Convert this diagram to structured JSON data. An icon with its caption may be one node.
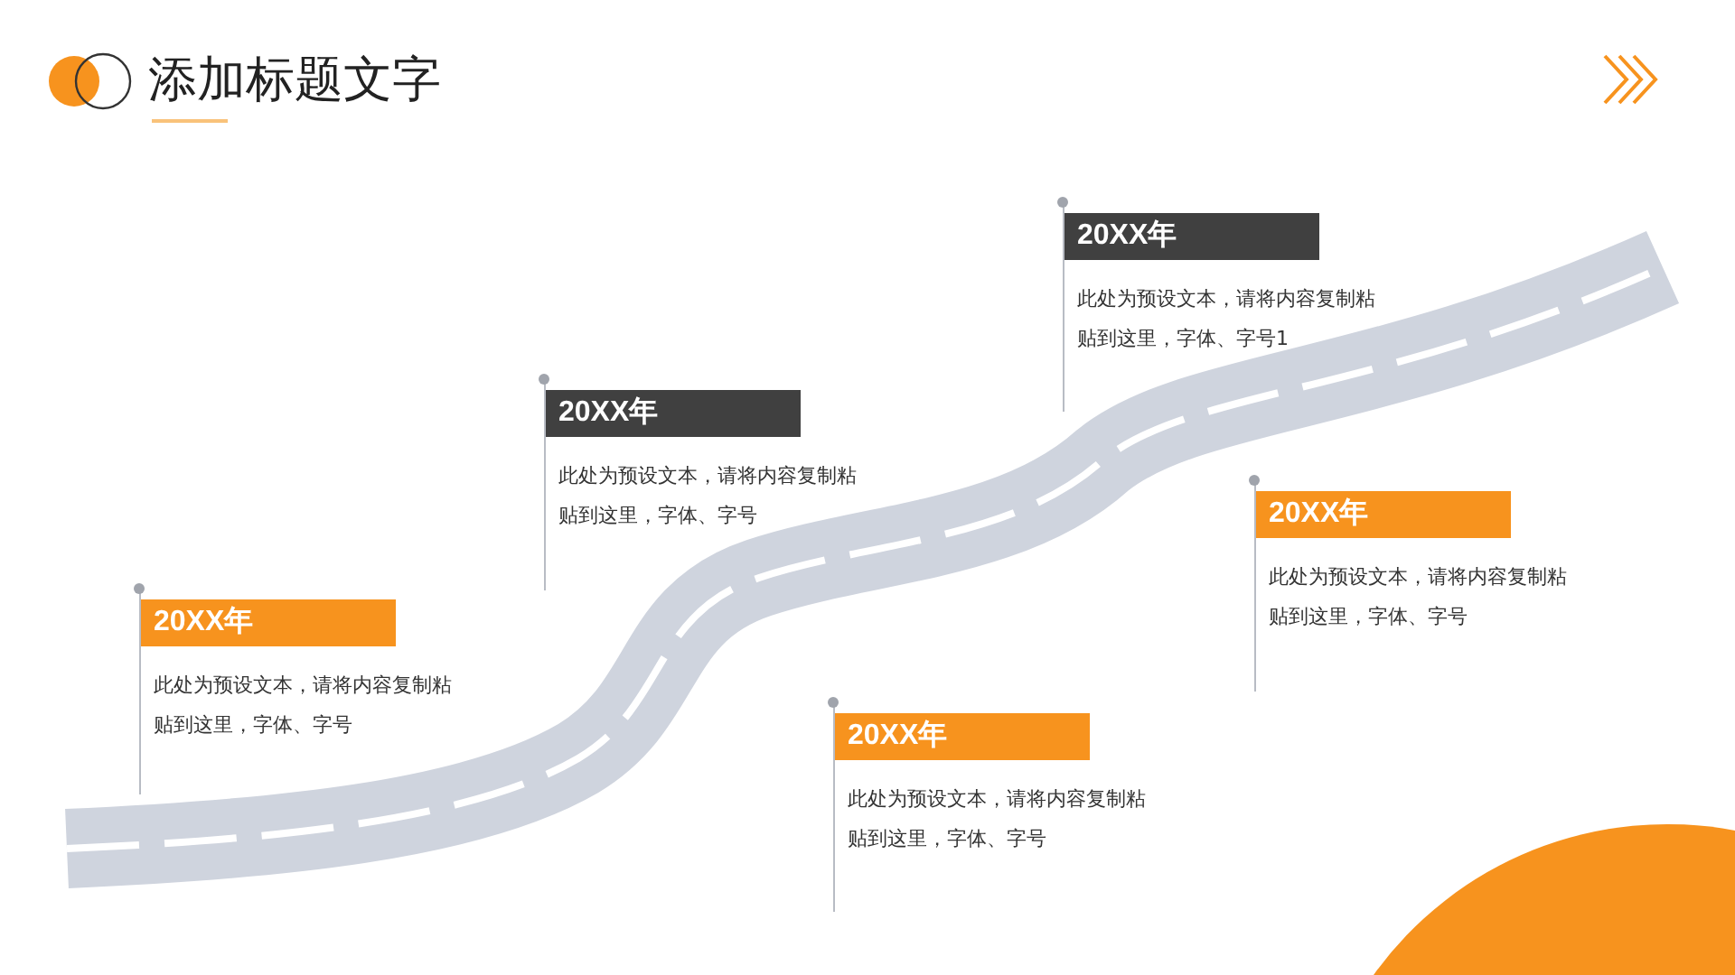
{
  "diagram": {
    "title": "添加标题文字",
    "nodes": [
      {
        "text": [
          "20XX年",
          "此处为预设文本，请将内容复制粘贴到这里，字体、字号"
        ]
      },
      {
        "text": [
          "20XX年",
          "此处为预设文本，请将内容复制粘贴到这里，字体、字号"
        ]
      },
      {
        "text": [
          "20XX年",
          "此处为预设文本，请将内容复制粘贴到这里，字体、字号"
        ]
      },
      {
        "text": [
          "20XX年",
          "此处为预设文本，请将内容复制粘贴到这里，字体、字号1"
        ]
      },
      {
        "text": [
          "20XX年",
          "此处为预设文本，请将内容复制粘贴到这里，字体、字号"
        ]
      }
    ]
  }
}
